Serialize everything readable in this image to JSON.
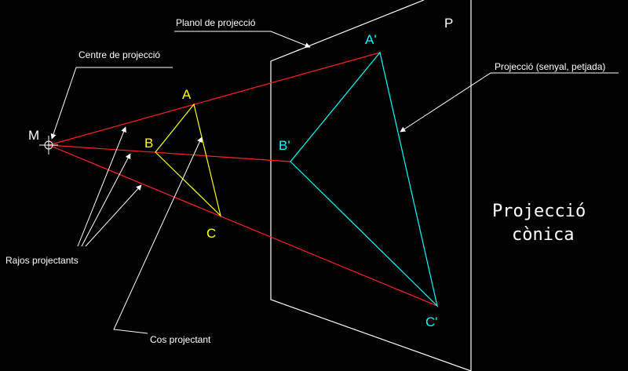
{
  "labels": {
    "plane": "Planol de projecció",
    "centre": "Centre de projecció",
    "projection": "Projecció (senyal, petjada)",
    "rays": "Rajos projectants",
    "cone": "Cos projectant",
    "plane_letter": "P",
    "title_line1": "Projecció",
    "title_line2": "cònica"
  },
  "points": {
    "M": "M",
    "A": "A",
    "B": "B",
    "C": "C",
    "A_prime": "A'",
    "B_prime": "B'",
    "C_prime": "C'"
  },
  "colors": {
    "background": "#000000",
    "rays": "#ff2020",
    "object": "#ffff00",
    "projection": "#00ffff",
    "annotation": "#ffffff"
  }
}
